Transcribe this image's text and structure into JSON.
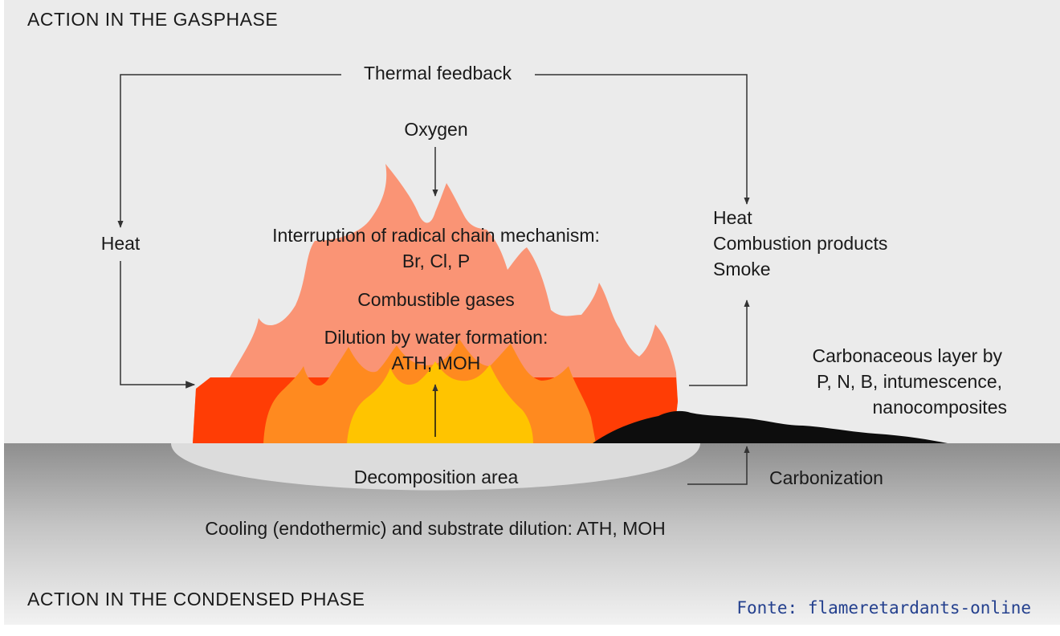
{
  "headers": {
    "gas_phase": "ACTION IN THE GASPHASE",
    "condensed_phase": "ACTION IN THE CONDENSED PHASE"
  },
  "labels": {
    "thermal_feedback": "Thermal feedback",
    "oxygen": "Oxygen",
    "heat_left": "Heat",
    "interruption_line1": "Interruption of radical chain mechanism:",
    "interruption_line2": "Br, Cl, P",
    "combustible_gases": "Combustible gases",
    "dilution_line1": "Dilution by water formation:",
    "dilution_line2": "ATH, MOH",
    "heat_right": "Heat",
    "combustion_products": "Combustion products",
    "smoke": "Smoke",
    "carbonaceous_line1": "Carbonaceous layer by",
    "carbonaceous_line2": "P, N, B, intumescence,",
    "carbonaceous_line3": "nanocomposites",
    "decomposition_area": "Decomposition area",
    "carbonization": "Carbonization",
    "cooling": "Cooling (endothermic) and substrate dilution: ATH, MOH"
  },
  "source": "Fonte: flameretardants-online",
  "colors": {
    "gas_bg": "#ebebeb",
    "condensed_top": "#8e8e8e",
    "condensed_bottom": "#f2f2f2",
    "flame_outer": "#fa9475",
    "flame_red": "#ff3d05",
    "flame_orange": "#ff8a1f",
    "flame_yellow": "#ffc400",
    "char": "#0d0d0d",
    "decomposition": "#dcdcdc",
    "arrow": "#333333",
    "source_text": "#24408e"
  }
}
